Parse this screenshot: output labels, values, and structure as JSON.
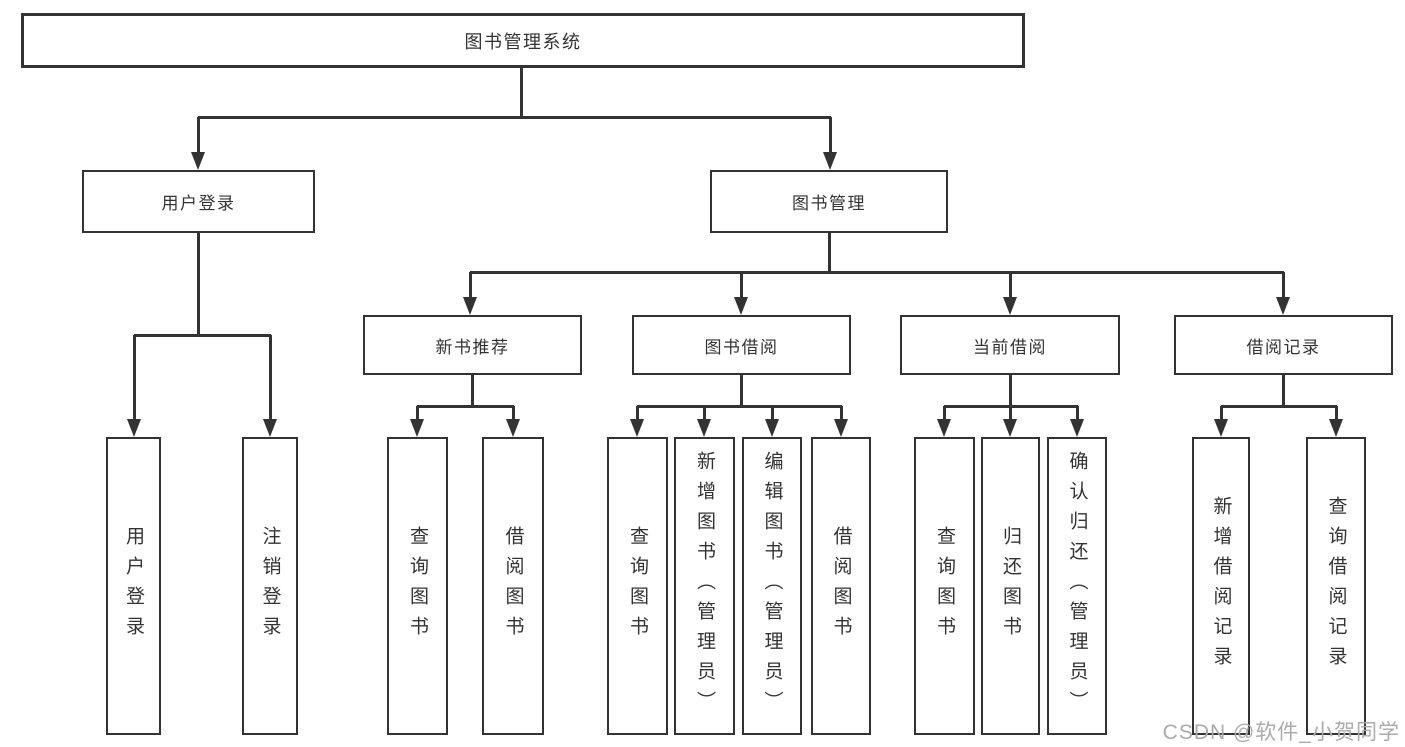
{
  "title": "图书管理系统",
  "level2": {
    "login": "用户登录",
    "management": "图书管理"
  },
  "level3": {
    "recommend": "新书推荐",
    "borrow": "图书借阅",
    "current": "当前借阅",
    "records": "借阅记录"
  },
  "leaves": {
    "login": [
      "用户登录",
      "注销登录"
    ],
    "recommend": [
      "查询图书",
      "借阅图书"
    ],
    "borrow": [
      "查询图书",
      "新增图书（管理员）",
      "编辑图书（管理员）",
      "借阅图书"
    ],
    "current": [
      "查询图书",
      "归还图书",
      "确认归还（管理员）"
    ],
    "records": [
      "新增借阅记录",
      "查询借阅记录"
    ]
  },
  "watermark": "CSDN @软件_小贺同学",
  "colors": {
    "line": "#333333",
    "text": "#333333",
    "watermark": "#ababab",
    "background": "#ffffff"
  }
}
